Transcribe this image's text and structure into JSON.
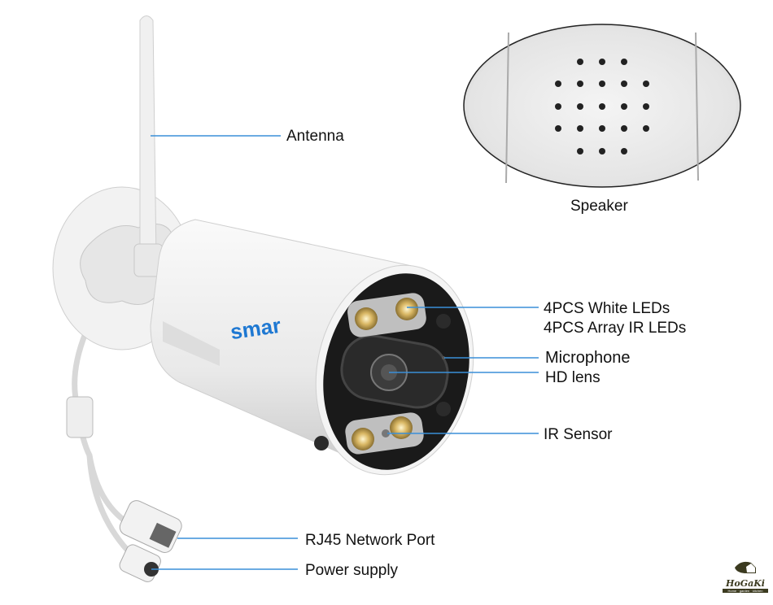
{
  "labels": {
    "antenna": "Antenna",
    "speaker": "Speaker",
    "white_leds": "4PCS White LEDs",
    "ir_leds": "4PCS Array IR LEDs",
    "microphone": "Microphone",
    "hd_lens": "HD lens",
    "ir_sensor": "IR Sensor",
    "rj45": "RJ45 Network Port",
    "power": "Power supply"
  },
  "brand": "smar",
  "watermark": {
    "name": "HoGaKi",
    "tagline": "Home · garden · kitchen"
  },
  "colors": {
    "leader_line": "#3a8fd8",
    "brand": "#1e78d2"
  }
}
